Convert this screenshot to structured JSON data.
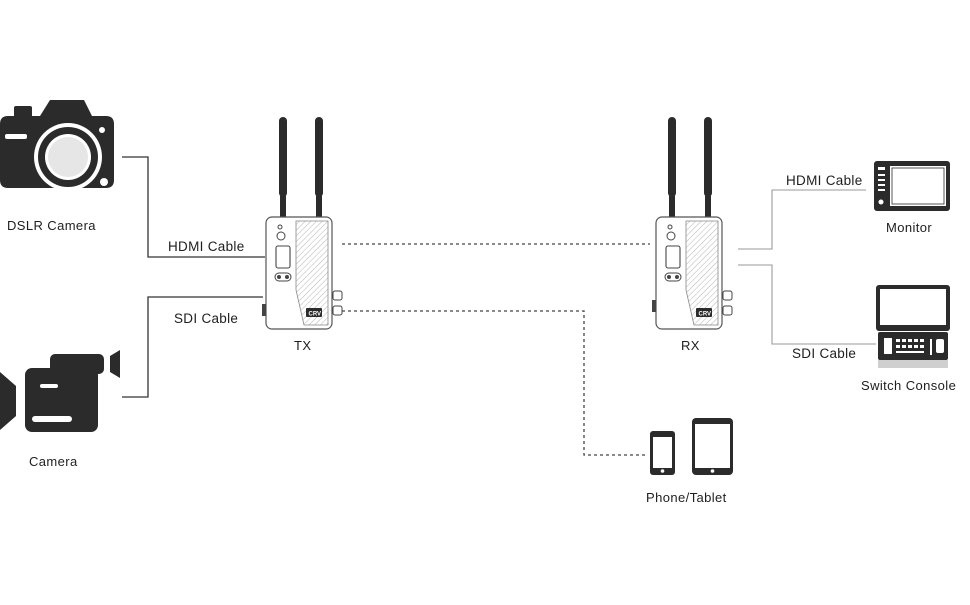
{
  "devices": {
    "dslr": "DSLR Camera",
    "camera": "Camera",
    "tx": "TX",
    "rx": "RX",
    "monitor": "Monitor",
    "switch_console": "Switch Console",
    "phone_tablet": "Phone/Tablet",
    "badge": "CRV"
  },
  "cables": {
    "tx_hdmi": "HDMI Cable",
    "tx_sdi": "SDI Cable",
    "rx_hdmi": "HDMI Cable",
    "rx_sdi": "SDI Cable"
  },
  "colors": {
    "icon": "#2b2b2b",
    "wire": "#333333",
    "wire_light": "#9a9a9a",
    "device_outline": "#555555"
  },
  "icons": [
    "dslr-camera-icon",
    "video-camera-icon",
    "monitor-icon",
    "switch-console-icon",
    "phone-icon",
    "tablet-icon",
    "antenna-icon"
  ]
}
